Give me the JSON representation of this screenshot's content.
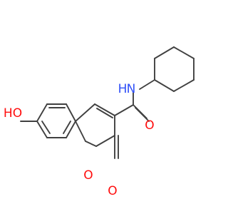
{
  "molecule": {
    "atoms": [
      {
        "id": "O_hydroxyl",
        "label": "HO",
        "color": "#ff0d0d"
      },
      {
        "id": "N_amide",
        "label": "N",
        "color": "#3050f8"
      },
      {
        "id": "H_amide",
        "label": "H",
        "color": "#3050f8"
      },
      {
        "id": "O_amide",
        "label": "O",
        "color": "#ff0d0d"
      },
      {
        "id": "O_ring",
        "label": "O",
        "color": "#ff0d0d"
      },
      {
        "id": "O_lactone",
        "label": "O",
        "color": "#ff0d0d"
      }
    ],
    "bond_color": "#404040",
    "background": "#ffffff"
  }
}
